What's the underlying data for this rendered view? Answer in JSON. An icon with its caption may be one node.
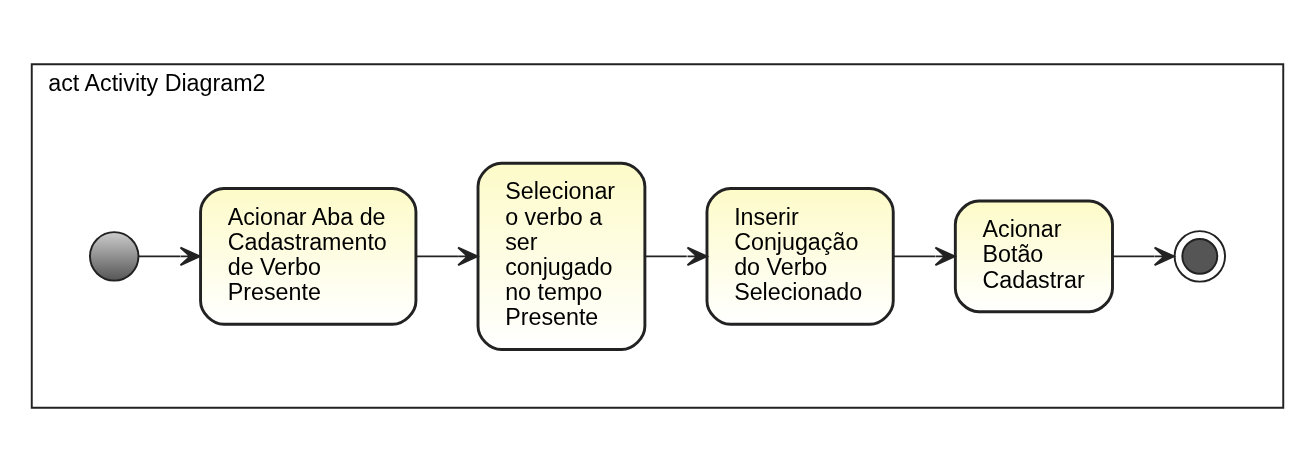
{
  "diagram": {
    "nodes": [
      {
        "text": [
          "act Activity Diagram2"
        ]
      },
      {
        "text": [],
        "shape": "circle",
        "in": 0
      },
      {
        "text": [
          "Acionar Aba de Cadastramento de Verbo Presente"
        ],
        "in": 0
      },
      {
        "text": [
          "Selecionar o verbo a ser conjugado no tempo Presente"
        ],
        "in": 0
      },
      {
        "text": [
          "Inserir Conjugação do Verbo Selecionado"
        ],
        "in": 0
      },
      {
        "text": [
          "Acionar Botão Cadastrar"
        ],
        "in": 0
      },
      {
        "text": [],
        "shape": "bullseye",
        "in": 0
      }
    ],
    "edges": [
      {
        "from": 1,
        "to": 2,
        "arrow": "to"
      },
      {
        "from": 2,
        "to": 3,
        "arrow": "to"
      },
      {
        "from": 3,
        "to": 4,
        "arrow": "to"
      },
      {
        "from": 4,
        "to": 5,
        "arrow": "to"
      },
      {
        "from": 5,
        "to": 6,
        "arrow": "to"
      }
    ]
  }
}
